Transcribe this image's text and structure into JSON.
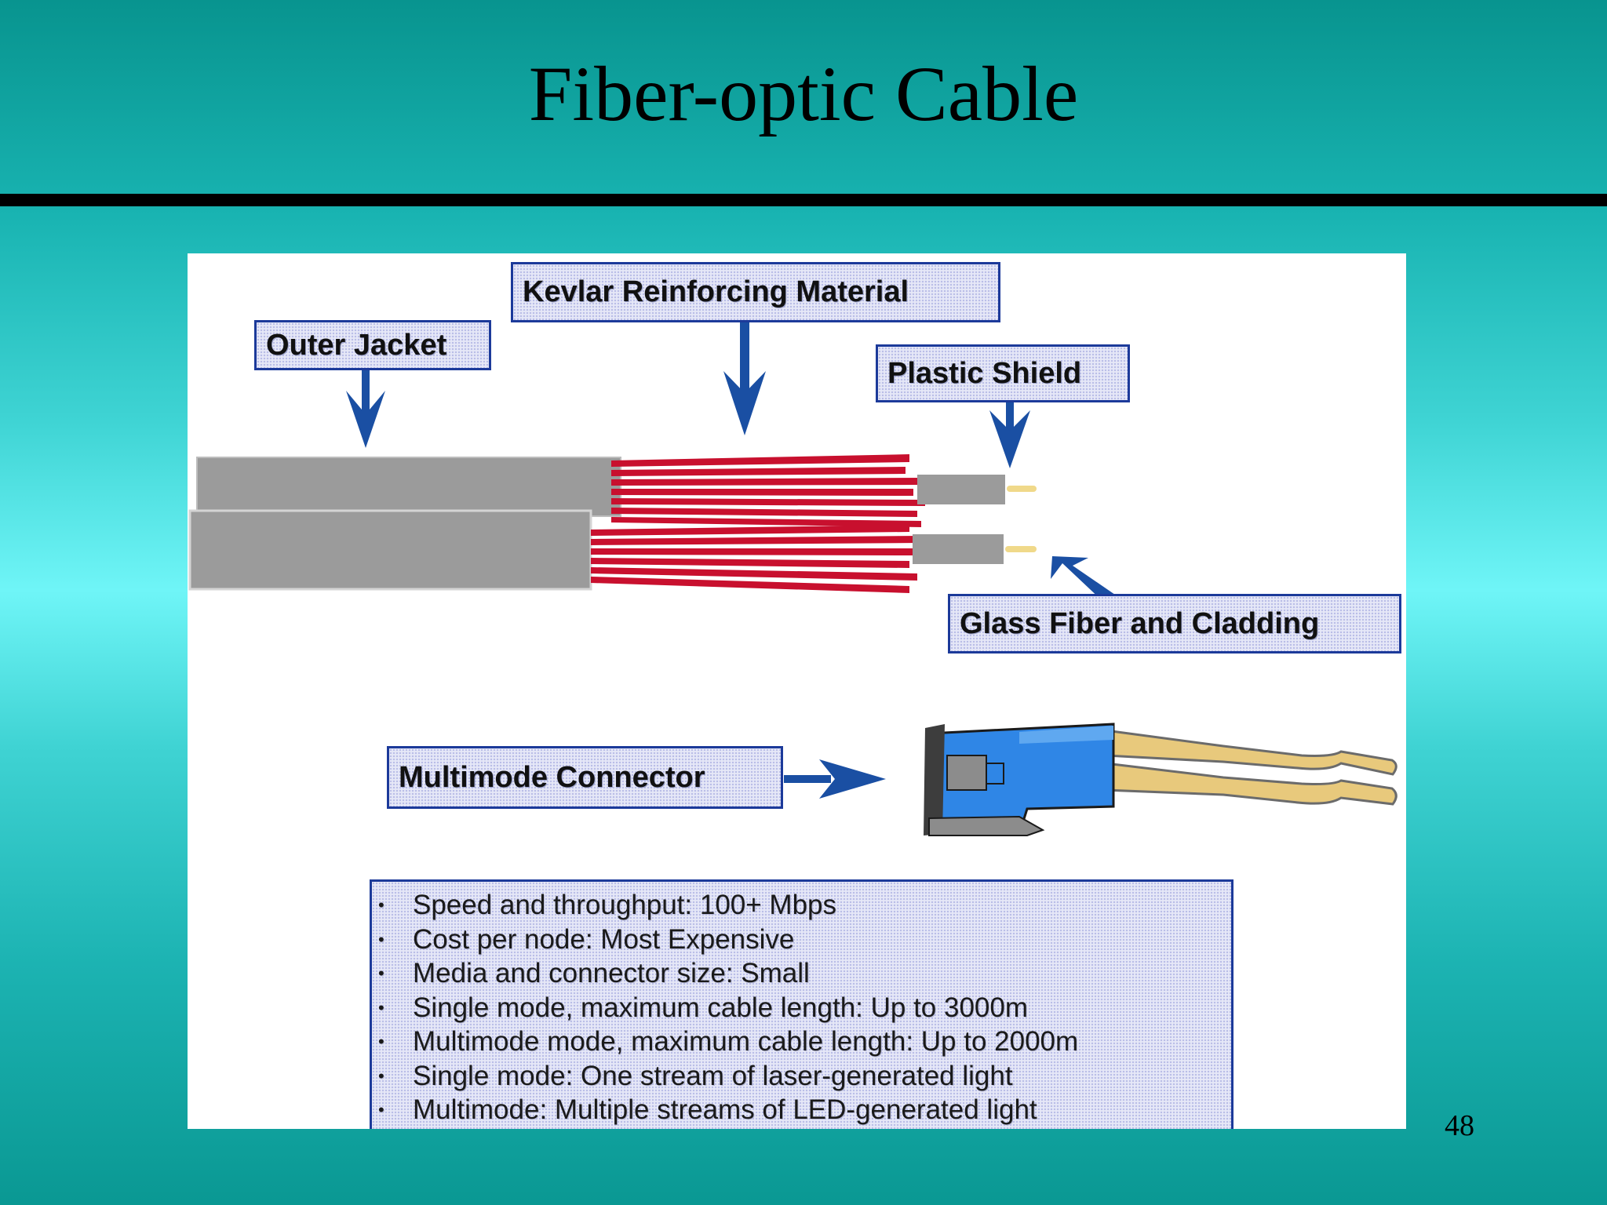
{
  "slide": {
    "title": "Fiber-optic Cable",
    "page_number": "48"
  },
  "diagram": {
    "callouts": {
      "outer_jacket": "Outer Jacket",
      "kevlar": "Kevlar Reinforcing Material",
      "plastic_shield": "Plastic Shield",
      "glass_fiber": "Glass Fiber and Cladding",
      "multimode_connector": "Multimode Connector"
    },
    "specs": [
      "Speed and throughput:  100+ Mbps",
      "Cost per node:  Most Expensive",
      "Media and connector size:  Small",
      "Single mode, maximum cable length:  Up to 3000m",
      "Multimode mode, maximum cable length:  Up to 2000m",
      "Single mode:  One stream of laser-generated light",
      "Multimode:  Multiple streams of LED-generated light"
    ],
    "bullet_symbol": "•"
  },
  "colors": {
    "callout_border": "#1c3a9a",
    "arrow": "#1a4fa3",
    "jacket": "#9b9b9b",
    "kevlar": "#c8102e",
    "connector": "#2f86e6",
    "fiber_tip": "#f0d98a"
  }
}
